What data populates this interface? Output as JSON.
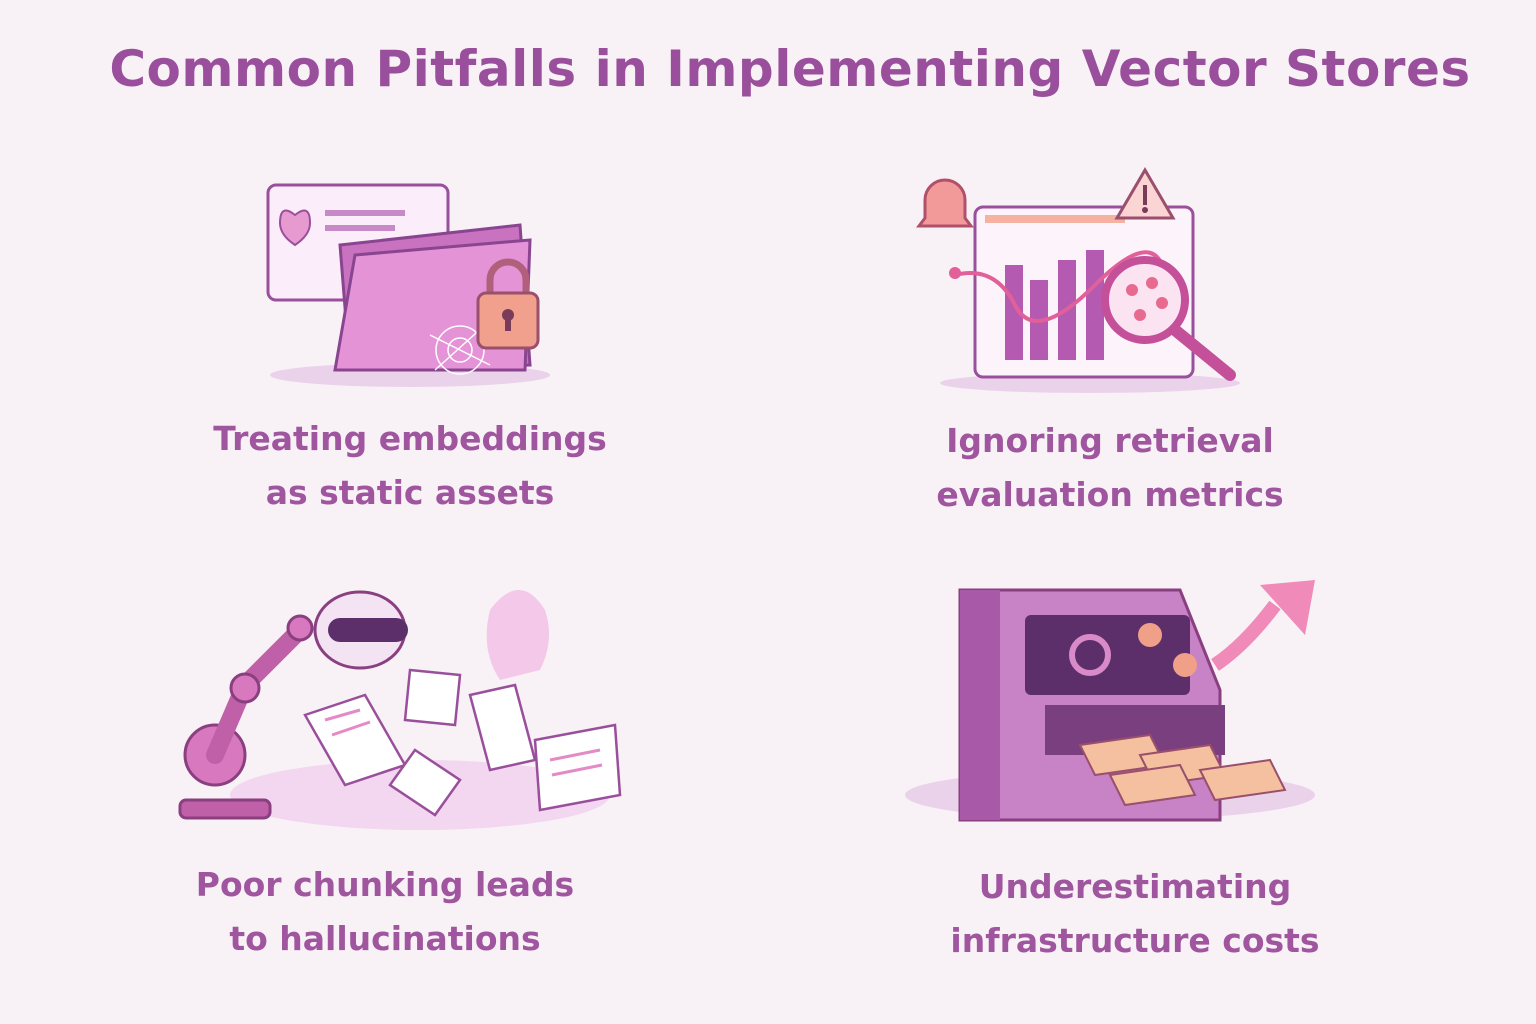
{
  "title": "Common Pitfalls in Implementing Vector Stores",
  "pitfalls": [
    {
      "line1": "Treating embeddings",
      "line2": "as static assets",
      "icon": "locked-folder-cobweb"
    },
    {
      "line1": "Ignoring retrieval",
      "line2": "evaluation metrics",
      "icon": "dashboard-alert-magnifier"
    },
    {
      "line1": "Poor chunking leads",
      "line2": "to hallucinations",
      "icon": "robot-arm-scattered-documents-ghost"
    },
    {
      "line1": "Underestimating",
      "line2": "infrastructure costs",
      "icon": "server-machine-money-rising-arrow"
    }
  ],
  "colors": {
    "title": "#9a4f9c",
    "caption": "#a0559f",
    "background": "#f8f2f7",
    "accent": "#e77fb8"
  }
}
